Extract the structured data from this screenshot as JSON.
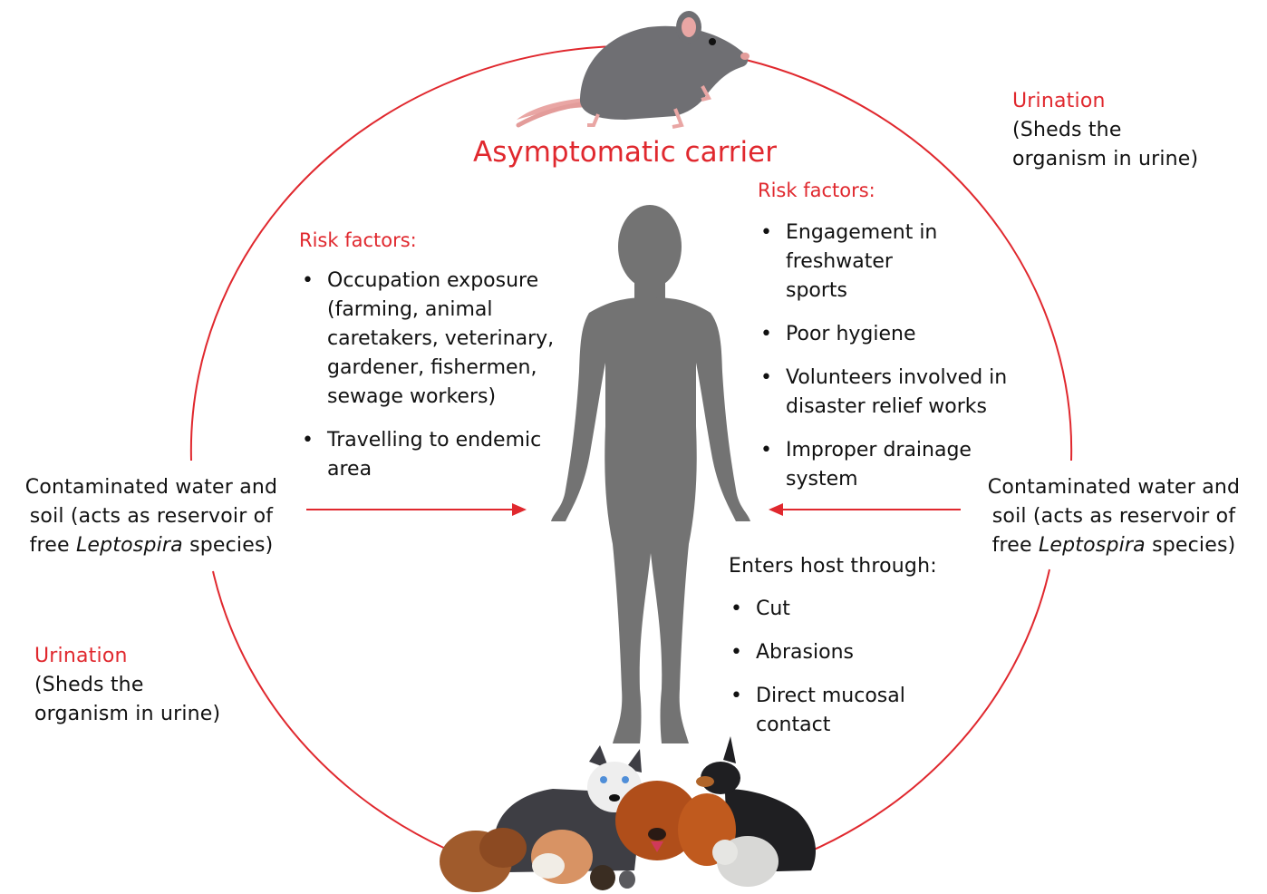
{
  "title": "Asymptomatic carrier",
  "urination_top": {
    "label": "Urination",
    "line1": "(Sheds the",
    "line2": "organism in urine)"
  },
  "urination_bottom": {
    "label": "Urination",
    "line1": "(Sheds the",
    "line2": "organism in urine)"
  },
  "risk_left": {
    "heading": "Risk factors:",
    "items": [
      "Occupation exposure (farming, animal caretakers, veterinary, gardener, fishermen, sewage workers)",
      "Travelling to endemic area"
    ]
  },
  "risk_right": {
    "heading": "Risk factors:",
    "items": [
      "Engagement in freshwater sports",
      "Poor hygiene",
      "Volunteers involved in disaster relief works",
      "Improper drainage system"
    ]
  },
  "entry": {
    "heading": "Enters host through:",
    "items": [
      "Cut",
      "Abrasions",
      "Direct mucosal contact"
    ]
  },
  "water_left": {
    "line1": "Contaminated water and",
    "line2": "soil (acts as reservoir of",
    "line3_pre": "free ",
    "line3_italic": "Leptospira",
    "line3_post": " species)"
  },
  "water_right": {
    "line1": "Contaminated water and",
    "line2": "soil (acts as reservoir of",
    "line3_pre": "free ",
    "line3_italic": "Leptospira",
    "line3_post": " species)"
  },
  "colors": {
    "accent": "#e0282e",
    "silhouette": "#737373",
    "rat": "#6f6f73"
  },
  "icons": [
    "rat-icon",
    "human-silhouette-icon",
    "dogs-group-icon"
  ]
}
